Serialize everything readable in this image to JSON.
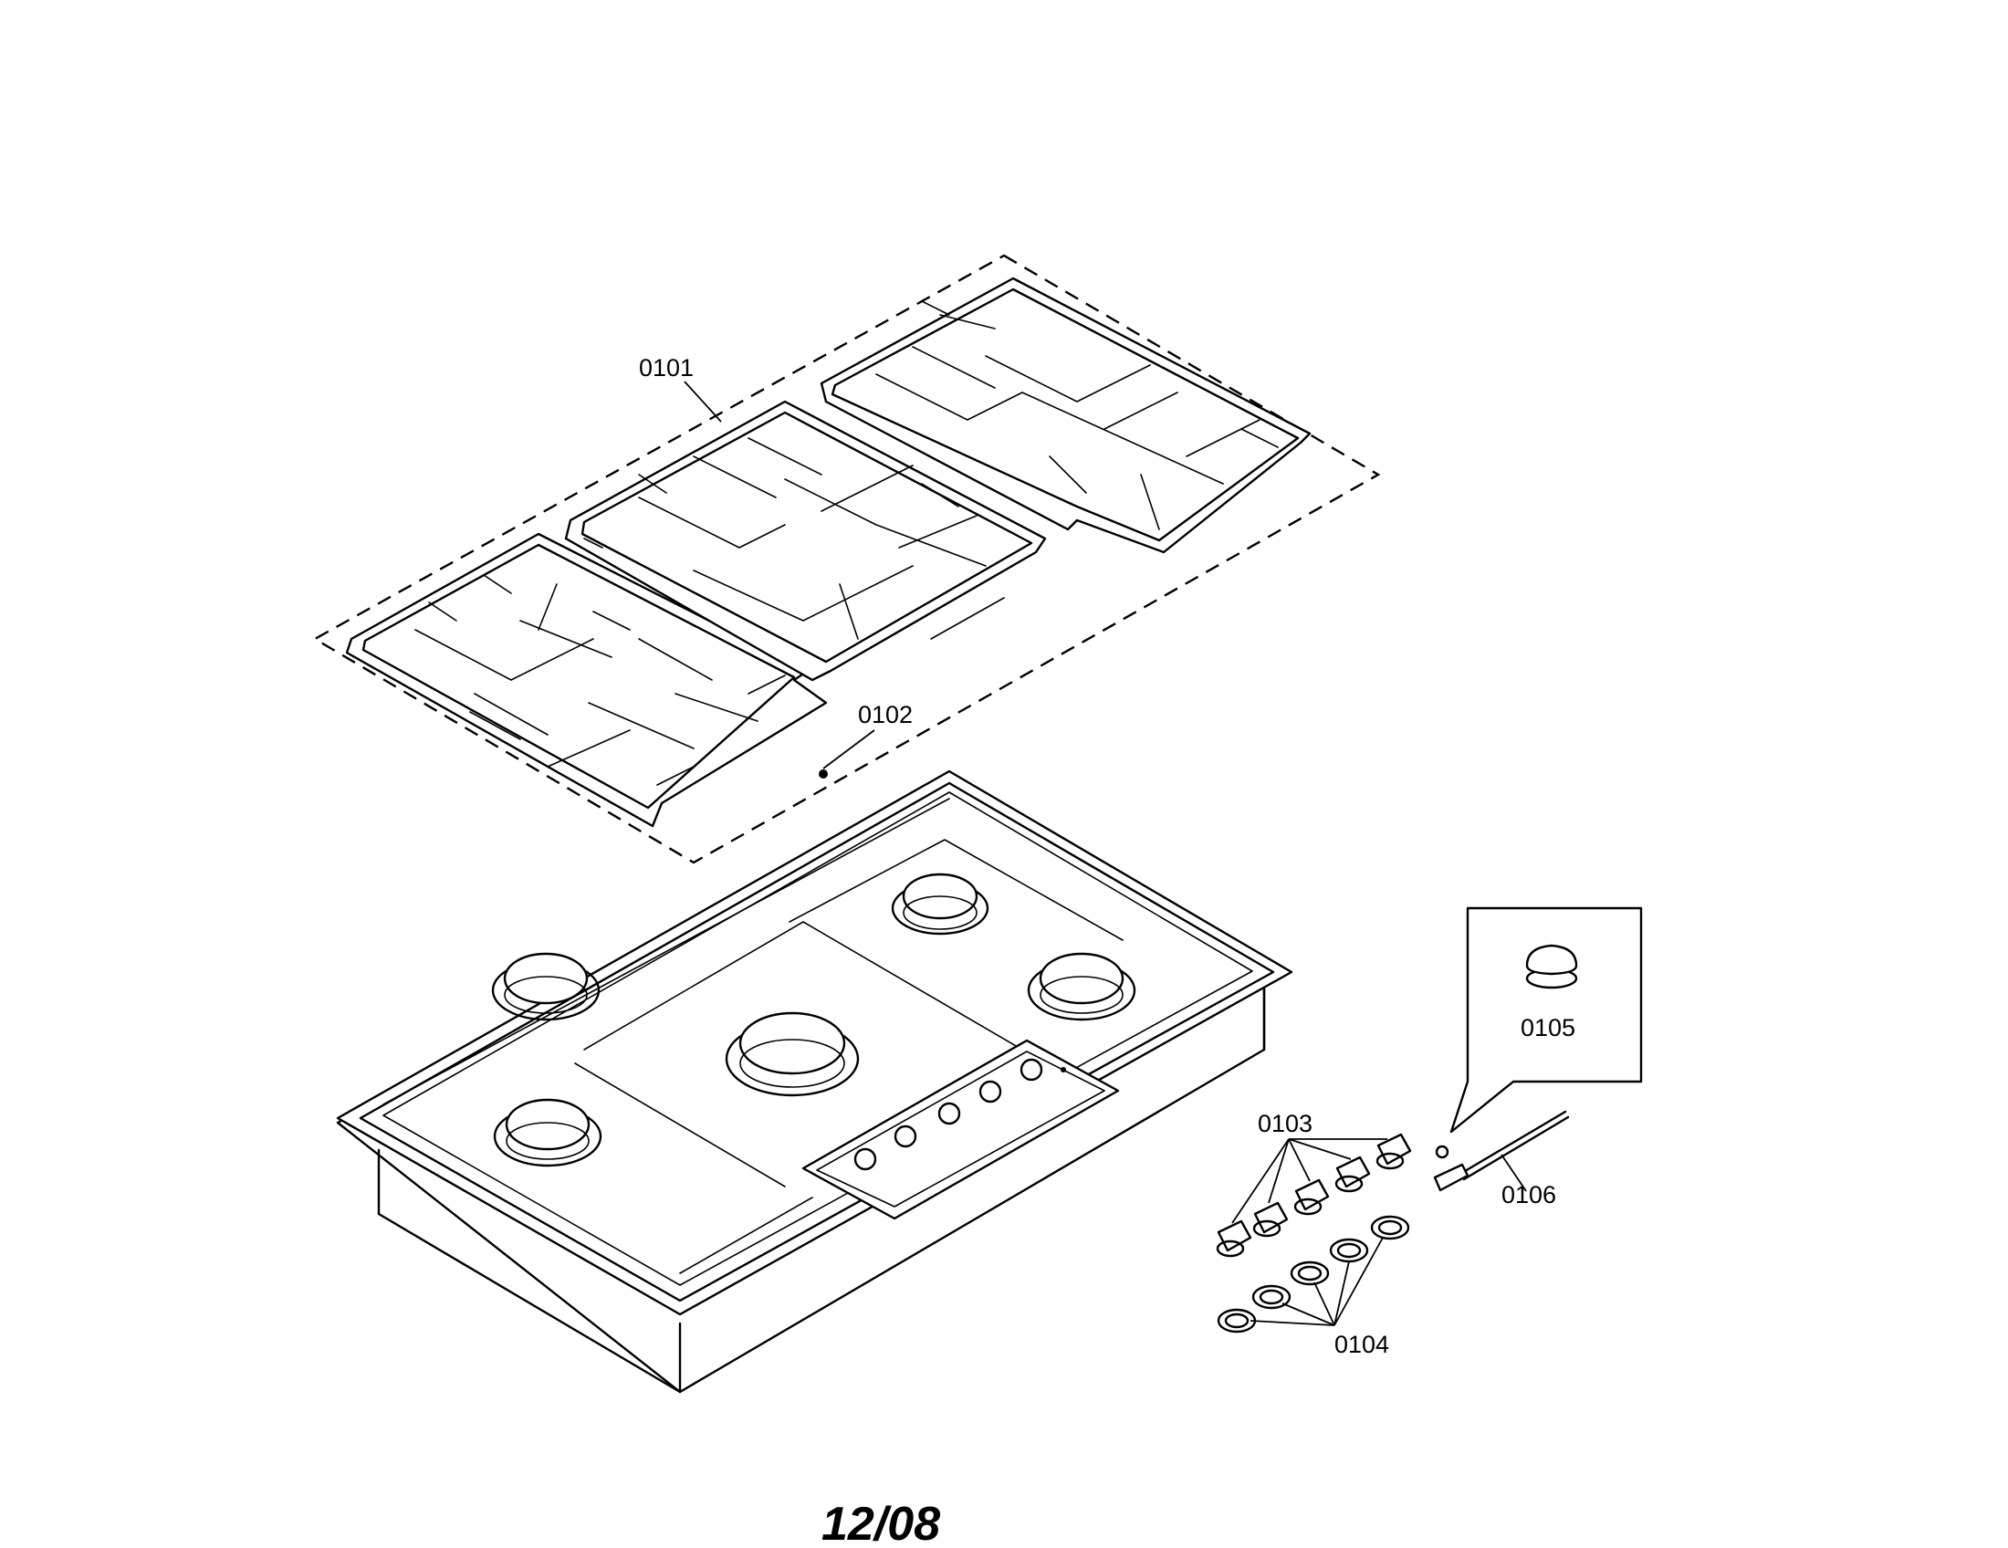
{
  "parts": {
    "grates": "0101",
    "grate_foot": "0102",
    "knobs": "0103",
    "bezels": "0104",
    "knob_cap": "0105",
    "igniter": "0106"
  },
  "footer": {
    "date": "12/08"
  }
}
